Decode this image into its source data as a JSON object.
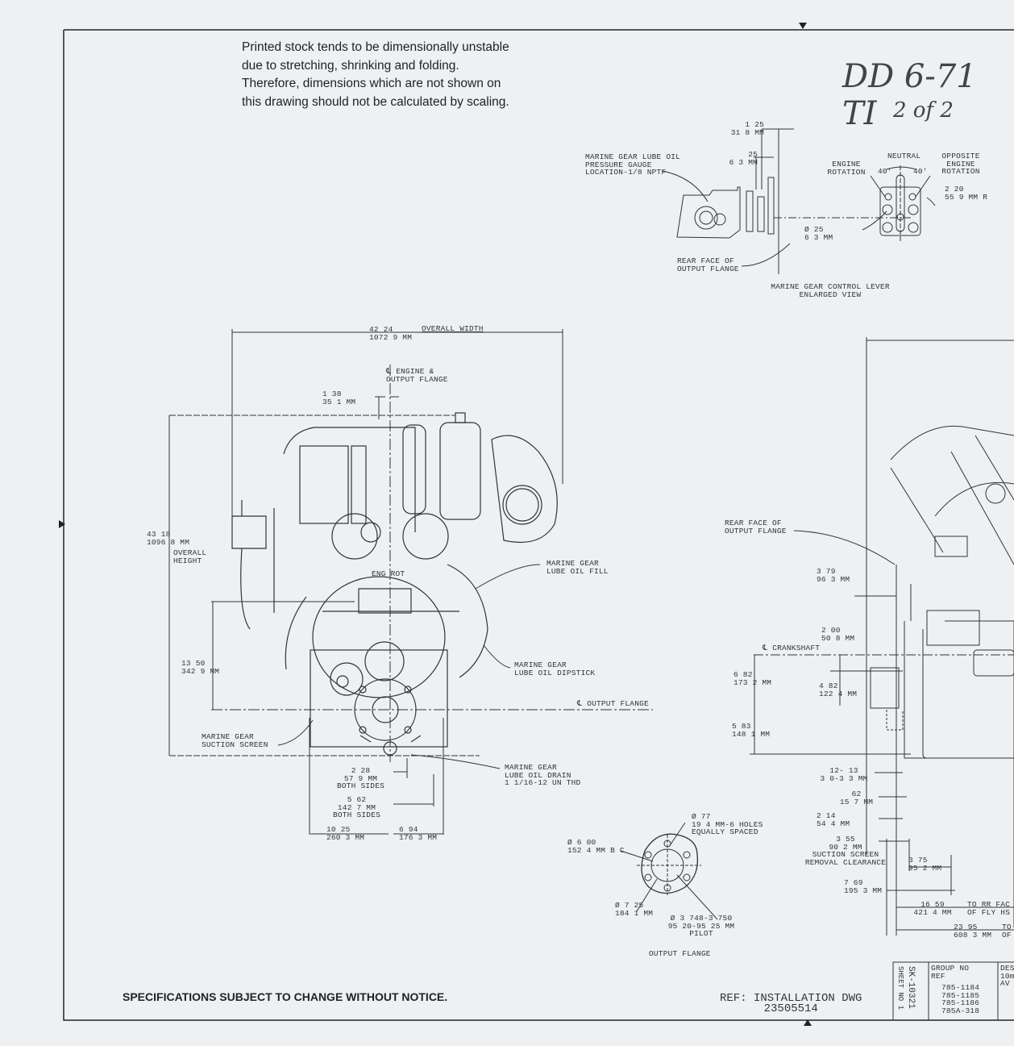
{
  "notice": "Printed stock tends to be dimensionally unstable\ndue to stretching, shrinking and folding.\nTherefore, dimensions which are not shown on\nthis drawing should not be calculated by scaling.",
  "handwritten": {
    "model": "DD 6-71 TI",
    "sheet": "2 of 2"
  },
  "lever_view": {
    "dim_1_25": "1 25\n31 8 MM",
    "dim_25": "25\n6 3 MM",
    "gauge": "MARINE GEAR LUBE OIL\nPRESSURE GAUGE\nLOCATION-1/8 NPTF",
    "engine_rotation": "ENGINE\nROTATION",
    "neutral": "NEUTRAL",
    "angle_left": "40'",
    "angle_right": "40'",
    "opposite_rotation": "OPPOSITE\nENGINE\nROTATION",
    "radius": "2 20\n55 9 MM R",
    "hole": "Ø 25\n6 3 MM",
    "rear_face": "REAR FACE OF\nOUTPUT FLANGE",
    "caption": "MARINE GEAR CONTROL LEVER\nENLARGED VIEW"
  },
  "front_view": {
    "width_dim": "42 24\n1072 9 MM",
    "width_label": "OVERALL WIDTH",
    "centerline": "℄ ENGINE &\nOUTPUT FLANGE",
    "offset": "1 38\n35 1 MM",
    "height_dim": "43 18\n1096 8 MM",
    "height_label": "OVERALL\nHEIGHT",
    "eng_rot": "ENG ROT",
    "lube_fill": "MARINE GEAR\nLUBE OIL FILL",
    "dim_13_50": "13 50\n342 9 MM",
    "dipstick": "MARINE GEAR\nLUBE OIL DIPSTICK",
    "output_flange_cl": "℄ OUTPUT FLANGE",
    "suction_screen": "MARINE GEAR\nSUCTION SCREEN",
    "dim_2_28": "2 28\n57 9 MM\nBOTH SIDES",
    "drain": "MARINE GEAR\nLUBE OIL DRAIN\n1 1/16-12 UN THD",
    "dim_5_62": "5 62\n142 7 MM\nBOTH SIDES",
    "dim_10_25": "10 25\n260 3 MM",
    "dim_6_94": "6 94\n176 3 MM"
  },
  "side_view": {
    "rear_face": "REAR FACE OF\nOUTPUT FLANGE",
    "dim_3_79": "3 79\n96 3 MM",
    "dim_2_00": "2 00\n50 8 MM",
    "crankshaft": "℄ CRANKSHAFT",
    "dim_6_82": "6 82\n173 2 MM",
    "dim_4_82": "4 82\n122 4 MM",
    "dim_5_83": "5 83\n148 1 MM",
    "dim_12_13": "12- 13\n3 0-3 3 MM",
    "dim_62": "62\n15 7 MM",
    "dim_2_14": "2 14\n54 4 MM",
    "dim_3_55": "3 55\n90 2 MM\nSUCTION SCREEN\nREMOVAL CLEARANCE",
    "dim_3_75": "3 75\n95 2 MM",
    "dim_7_69": "7 69\n195 3 MM",
    "dim_16_59": "16 59\n421 4 MM",
    "to_rr_face": "TO RR FAC\nOF FLY HS",
    "dim_23_95": "23 95\n608 3 MM",
    "to_2": "TO\nOF"
  },
  "flange_view": {
    "holes": "Ø 77\n19 4 MM-6 HOLES\nEQUALLY SPACED",
    "bolt_circle": "Ø 6 00\n152 4 MM B C",
    "outer": "Ø 7 25\n184 1 MM",
    "pilot": "Ø 3 748-3 750\n95 20-95 25 MM\nPILOT",
    "caption": "OUTPUT FLANGE"
  },
  "footer": {
    "spec": "SPECIFICATIONS SUBJECT TO CHANGE WITHOUT NOTICE.",
    "ref": "REF: INSTALLATION DWG\n23505514"
  },
  "title_block": {
    "drawing_no": "SK-10321",
    "sheet_no": "SHEET NO 1",
    "group_header": "GROUP NO\nREF",
    "groups": "785-1184\n785-1185\n785-1186\n785A-318",
    "des": "DES\n10m\nAV"
  }
}
